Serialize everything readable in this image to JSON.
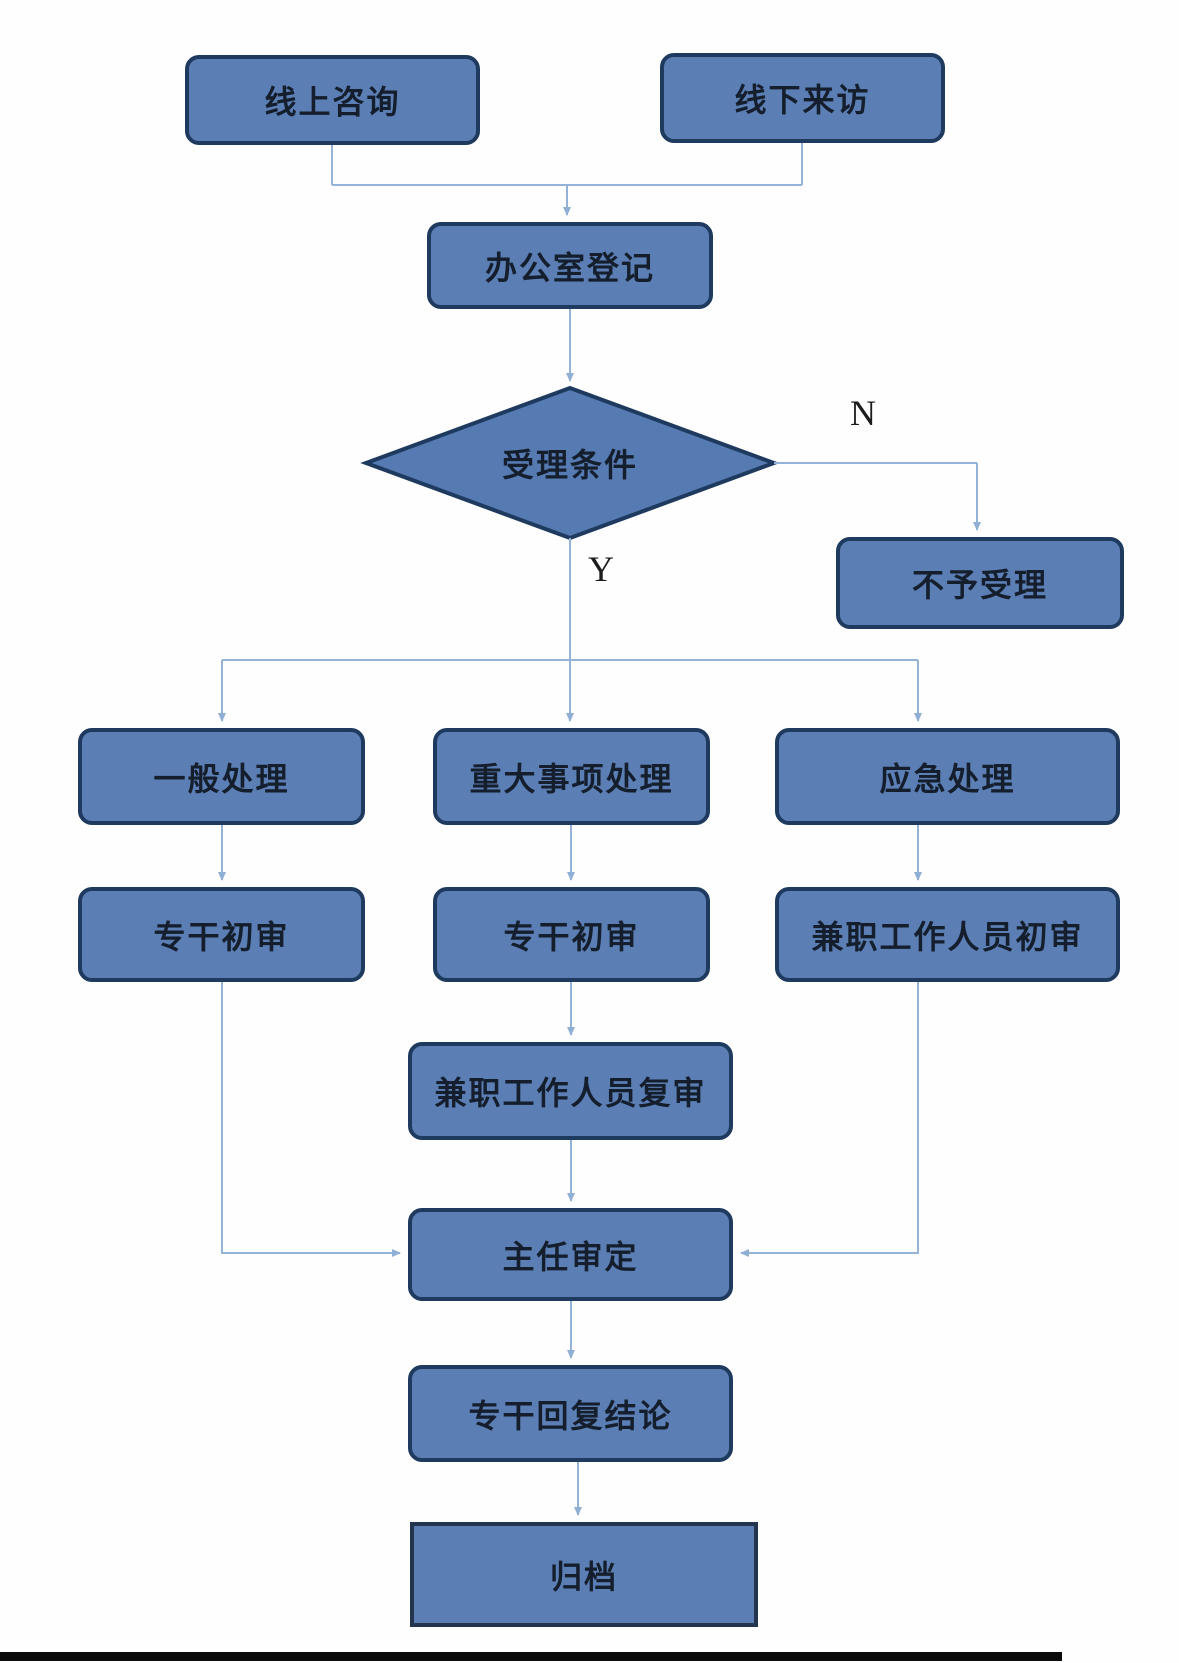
{
  "flowchart": {
    "title": "consultation-handling-process-flowchart",
    "nodes": {
      "online": {
        "label": "线上咨询"
      },
      "offline": {
        "label": "线下来访"
      },
      "register": {
        "label": "办公室登记"
      },
      "condition": {
        "label": "受理条件"
      },
      "reject": {
        "label": "不予受理"
      },
      "general": {
        "label": "一般处理"
      },
      "major": {
        "label": "重大事项处理"
      },
      "emergency": {
        "label": "应急处理"
      },
      "general_first_review": {
        "label": "专干初审"
      },
      "major_first_review": {
        "label": "专干初审"
      },
      "emergency_first_review": {
        "label": "兼职工作人员初审"
      },
      "recheck": {
        "label": "兼职工作人员复审"
      },
      "director": {
        "label": "主任审定"
      },
      "reply": {
        "label": "专干回复结论"
      },
      "archive": {
        "label": "归档"
      }
    },
    "branch_labels": {
      "no": "N",
      "yes": "Y"
    },
    "colors": {
      "node_fill": "#5b7eb4",
      "node_border": "#1e3a5f",
      "connector": "#94b3d7",
      "arrowhead": "#8fb0d4",
      "text": "#141e2c",
      "background": "#fefefe",
      "bottom_bar": "#0b0b0b"
    }
  }
}
